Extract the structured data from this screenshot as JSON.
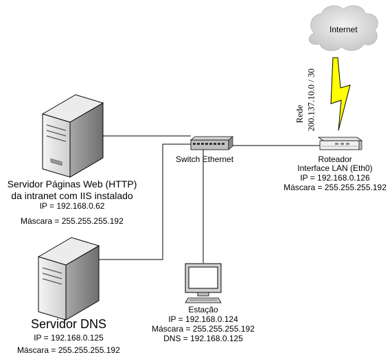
{
  "internet": {
    "label": "Internet"
  },
  "wan_link": {
    "line1": "Rede",
    "line2": "200.137.10.0 / 30"
  },
  "router": {
    "name": "Roteador",
    "interface": "Interface LAN (Eth0)",
    "ip": "IP = 192.168.0.126",
    "mask": "Máscara = 255.255.255.192"
  },
  "switch": {
    "label": "Switch Ethernet"
  },
  "web_server": {
    "line1": "Servidor Páginas Web  (HTTP)",
    "line2": "da intranet com IIS instalado",
    "ip": "IP = 192.168.0.62",
    "mask": "Máscara = 255.255.255.192"
  },
  "dns_server": {
    "name": "Servidor DNS",
    "ip": "IP = 192.168.0.125",
    "mask": "Máscara = 255.255.255.192"
  },
  "workstation": {
    "name": "Estação",
    "ip": "IP = 192.168.0.124",
    "mask": "Máscara = 255.255.255.192",
    "dns": "DNS = 192.168.0.125"
  },
  "colors": {
    "cloud": "#d9d9d9",
    "lightning": "#ffff00",
    "server_body": "#d8d8d8",
    "screen": "#ffffff"
  }
}
